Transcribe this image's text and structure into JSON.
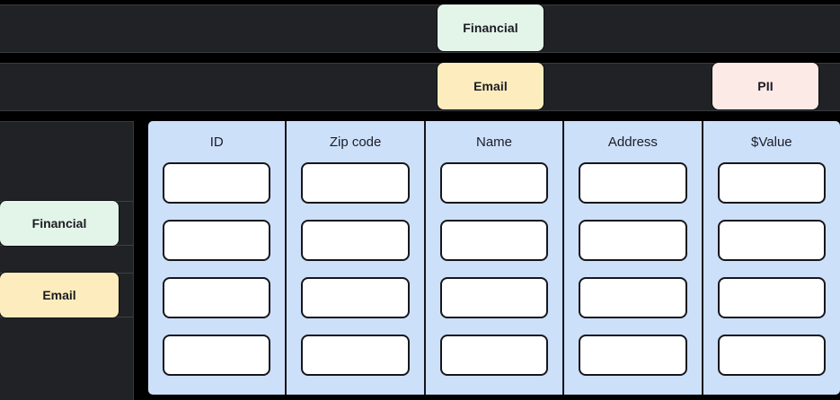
{
  "theme": {
    "page_background": "#000000",
    "panel_background": "#212226",
    "table_background": "#cde0fa",
    "cell_background": "#ffffff",
    "cell_border": "#16171c",
    "text_dark": "#1c1d26"
  },
  "tag_rows": [
    {
      "name": "row-1",
      "pills": [
        {
          "label": "Financial",
          "color": "#e3f4e9",
          "name": "pill-financial-top"
        }
      ]
    },
    {
      "name": "row-2",
      "pills": [
        {
          "label": "Email",
          "color": "#fdedbe",
          "name": "pill-email-top"
        },
        {
          "label": "PII",
          "color": "#fbeae6",
          "name": "pill-pii-top"
        }
      ]
    }
  ],
  "sidebar": {
    "items": [
      {
        "label": "Financial",
        "color": "#e3f4e9"
      },
      {
        "label": "Email",
        "color": "#fdedbe"
      }
    ]
  },
  "table": {
    "columns": [
      {
        "header": "ID"
      },
      {
        "header": "Zip code"
      },
      {
        "header": "Name"
      },
      {
        "header": "Address"
      },
      {
        "header": "$Value"
      }
    ],
    "row_count": 4,
    "cell_values": [
      [
        "",
        "",
        "",
        "",
        ""
      ],
      [
        "",
        "",
        "",
        "",
        ""
      ],
      [
        "",
        "",
        "",
        "",
        ""
      ],
      [
        "",
        "",
        "",
        "",
        ""
      ]
    ]
  }
}
